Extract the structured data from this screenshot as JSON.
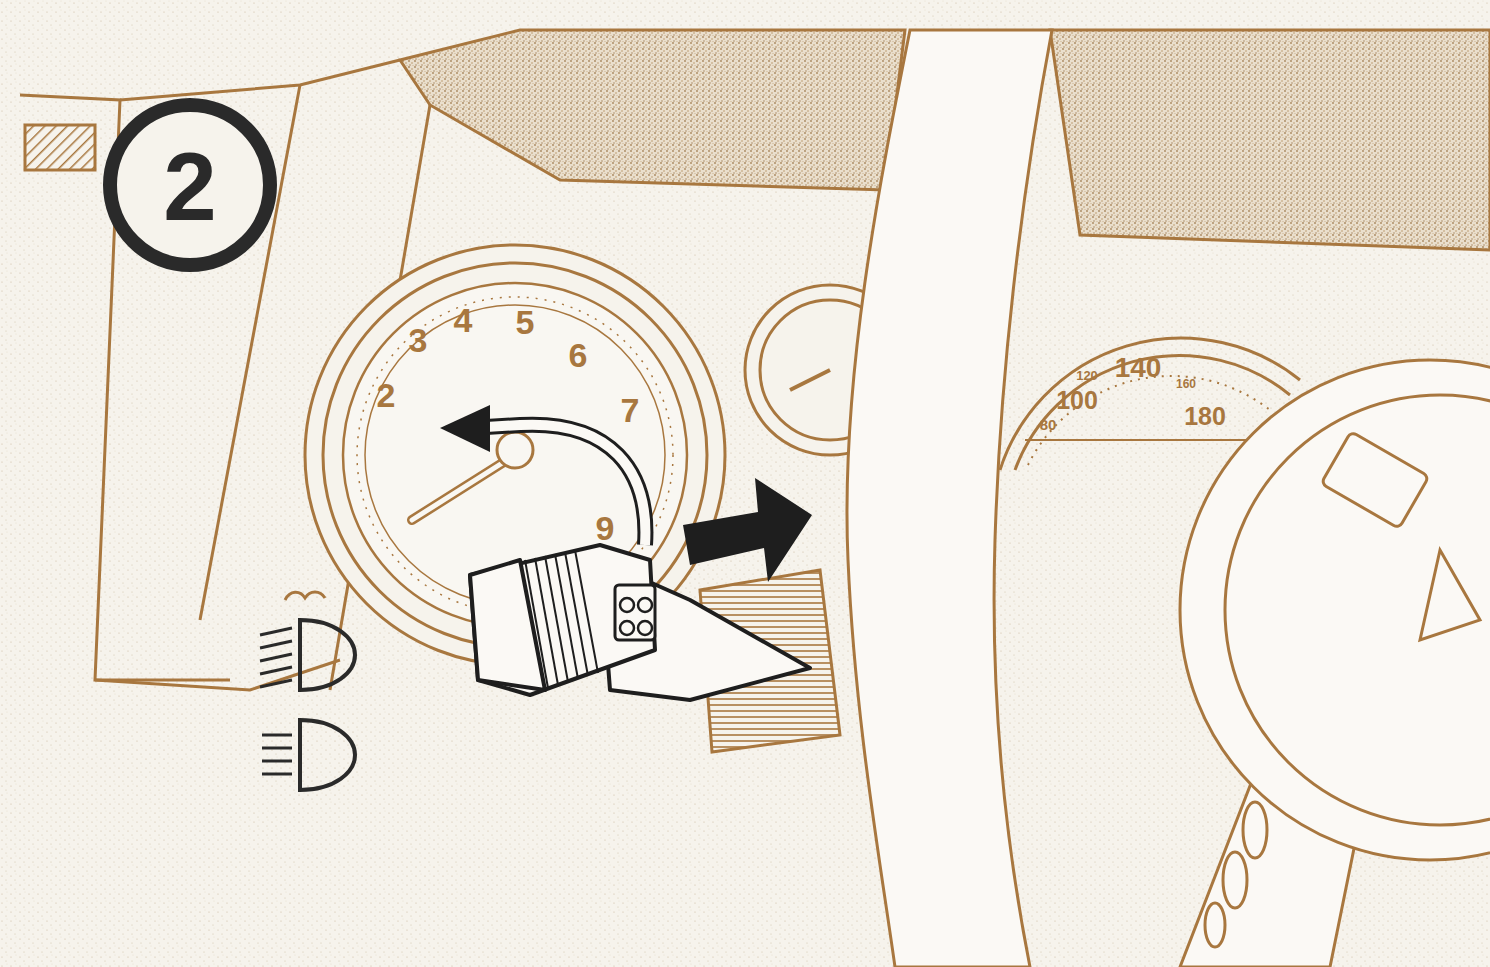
{
  "diagram": {
    "labels": [
      "2",
      "2",
      "3",
      "4",
      "5",
      "6",
      "7",
      "9",
      "80",
      "100",
      "120",
      "140",
      "160",
      "180"
    ]
  }
}
